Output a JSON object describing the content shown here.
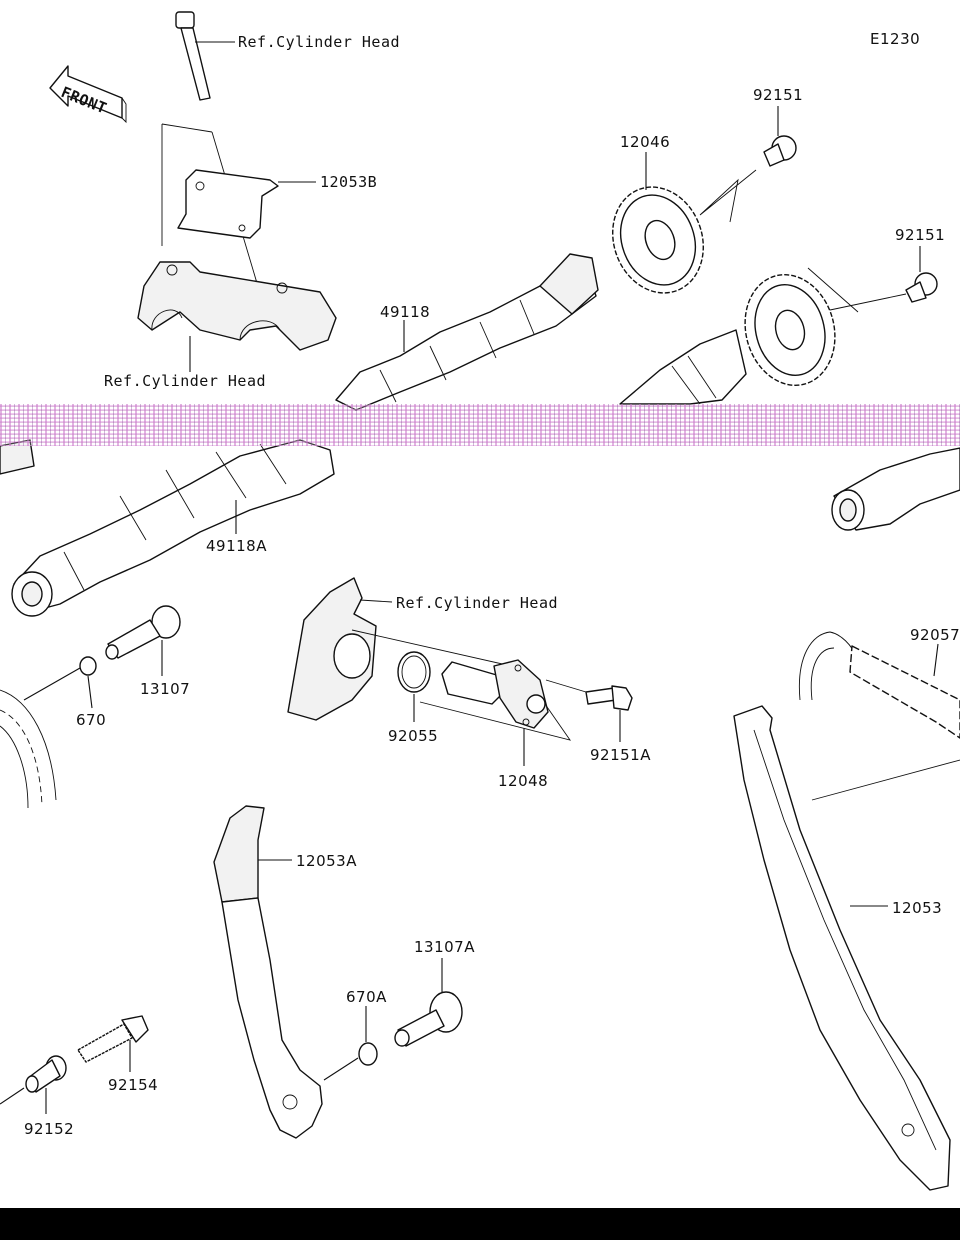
{
  "diagram": {
    "code": "E1230",
    "front_label": "FRONT",
    "refs": {
      "cyl_head_1": "Ref.Cylinder Head",
      "cyl_head_2": "Ref.Cylinder Head",
      "cyl_head_3": "Ref.Cylinder Head"
    },
    "parts": {
      "p12053B": "12053B",
      "p92151_a": "92151",
      "p92151_b": "92151",
      "p12046": "12046",
      "p49118": "49118",
      "p49118A": "49118A",
      "p13107": "13107",
      "p670": "670",
      "p92055": "92055",
      "p12048": "12048",
      "p92151A": "92151A",
      "p92057": "92057",
      "p12053A": "12053A",
      "p12053": "12053",
      "p13107A": "13107A",
      "p670A": "670A",
      "p92154": "92154",
      "p92152": "92152"
    }
  }
}
